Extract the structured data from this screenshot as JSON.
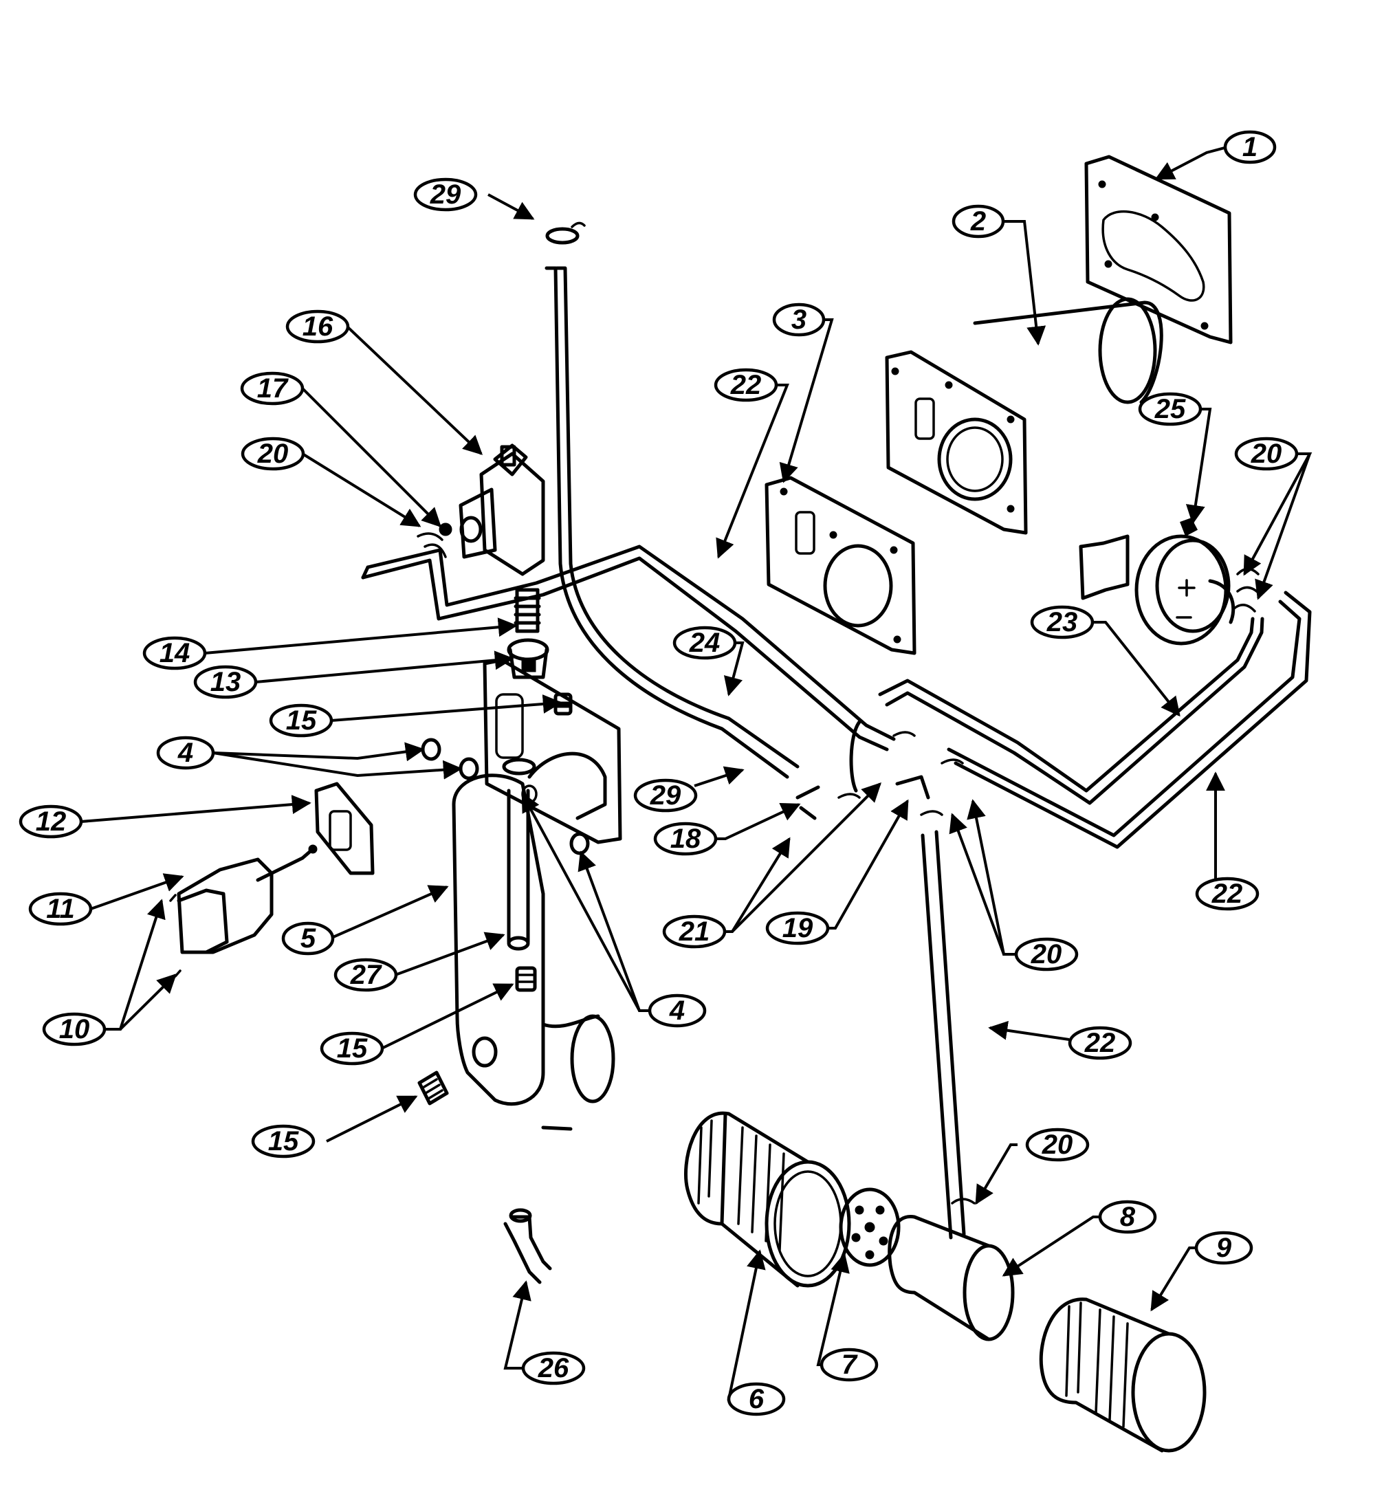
{
  "diagram": {
    "callouts": [
      {
        "id": "c1",
        "label": "1"
      },
      {
        "id": "c2",
        "label": "2"
      },
      {
        "id": "c3",
        "label": "3"
      },
      {
        "id": "c4a",
        "label": "4"
      },
      {
        "id": "c4b",
        "label": "4"
      },
      {
        "id": "c5",
        "label": "5"
      },
      {
        "id": "c6",
        "label": "6"
      },
      {
        "id": "c7",
        "label": "7"
      },
      {
        "id": "c8",
        "label": "8"
      },
      {
        "id": "c9",
        "label": "9"
      },
      {
        "id": "c10",
        "label": "10"
      },
      {
        "id": "c11",
        "label": "11"
      },
      {
        "id": "c12",
        "label": "12"
      },
      {
        "id": "c13",
        "label": "13"
      },
      {
        "id": "c14",
        "label": "14"
      },
      {
        "id": "c15a",
        "label": "15"
      },
      {
        "id": "c15b",
        "label": "15"
      },
      {
        "id": "c15c",
        "label": "15"
      },
      {
        "id": "c16",
        "label": "16"
      },
      {
        "id": "c17",
        "label": "17"
      },
      {
        "id": "c18",
        "label": "18"
      },
      {
        "id": "c19",
        "label": "19"
      },
      {
        "id": "c20a",
        "label": "20"
      },
      {
        "id": "c20b",
        "label": "20"
      },
      {
        "id": "c20c",
        "label": "20"
      },
      {
        "id": "c20d",
        "label": "20"
      },
      {
        "id": "c21",
        "label": "21"
      },
      {
        "id": "c22a",
        "label": "22"
      },
      {
        "id": "c22b",
        "label": "22"
      },
      {
        "id": "c22c",
        "label": "22"
      },
      {
        "id": "c23",
        "label": "23"
      },
      {
        "id": "c24",
        "label": "24"
      },
      {
        "id": "c25",
        "label": "25"
      },
      {
        "id": "c26",
        "label": "26"
      },
      {
        "id": "c27",
        "label": "27"
      },
      {
        "id": "c29a",
        "label": "29"
      },
      {
        "id": "c29b",
        "label": "29"
      }
    ]
  }
}
